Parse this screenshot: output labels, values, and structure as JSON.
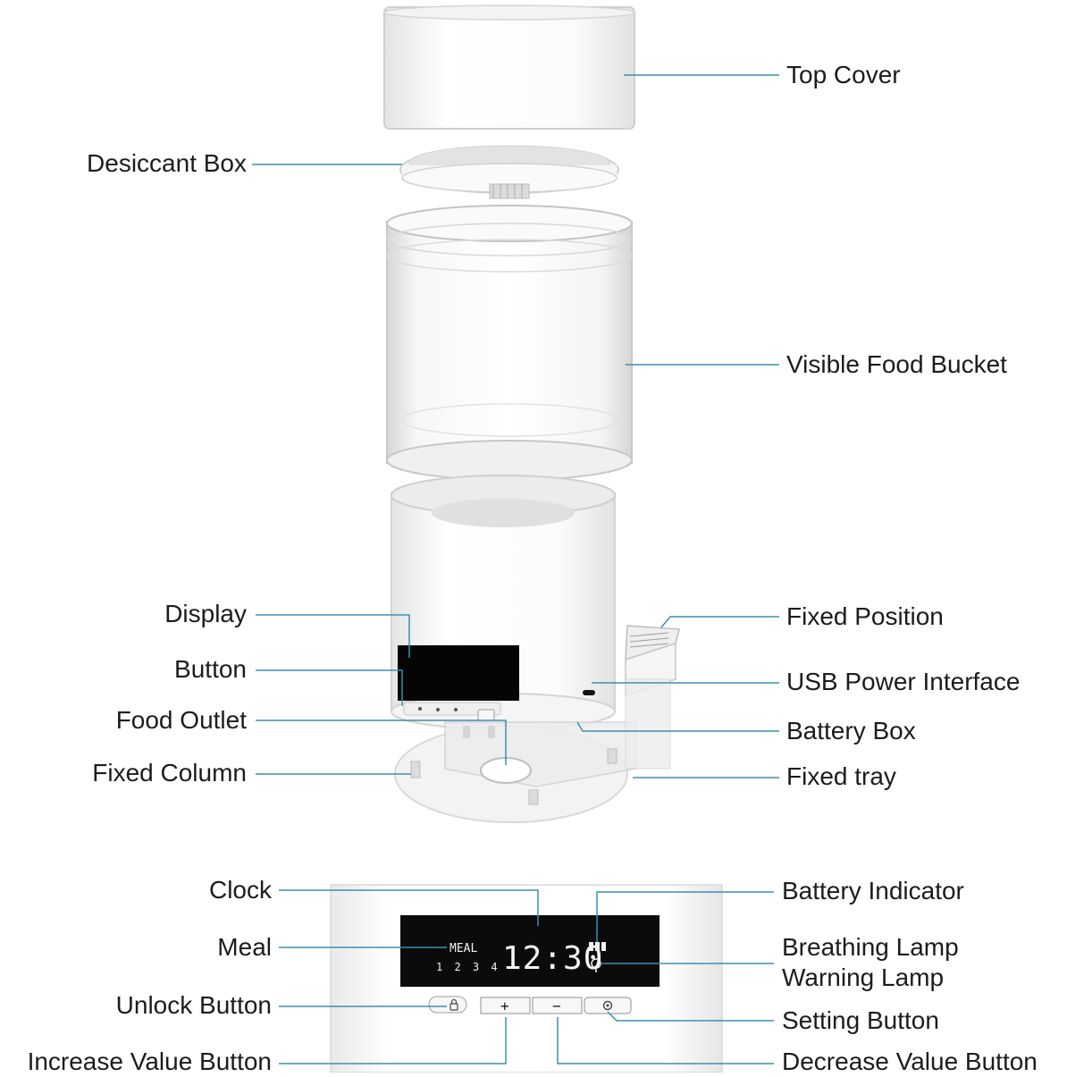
{
  "diagram": {
    "labels_right": {
      "top_cover": "Top Cover",
      "visible_food_bucket": "Visible Food Bucket",
      "fixed_position": "Fixed Position",
      "usb_power_interface": "USB Power Interface",
      "battery_box": "Battery Box",
      "fixed_tray": "Fixed tray",
      "battery_indicator": "Battery Indicator",
      "breathing_lamp": "Breathing Lamp",
      "warning_lamp": "Warning Lamp",
      "setting_button": "Setting Button",
      "decrease_value_button": "Decrease Value Button"
    },
    "labels_left": {
      "desiccant_box": "Desiccant Box",
      "display": "Display",
      "button": "Button",
      "food_outlet": "Food Outlet",
      "fixed_column": "Fixed Column",
      "clock": "Clock",
      "meal": "Meal",
      "unlock_button": "Unlock Button",
      "increase_value_button": "Increase Value Button"
    },
    "panel": {
      "meal_label": "MEAL",
      "meal_numbers": "1 2 3 4",
      "clock_time": "12:30",
      "plus_symbol": "+",
      "minus_symbol": "−"
    },
    "colors": {
      "leader_line": "#3d8fb0",
      "label_text": "#1c1c1c",
      "display_bg": "#0b0b0b",
      "display_text": "#f2f2f2"
    }
  }
}
